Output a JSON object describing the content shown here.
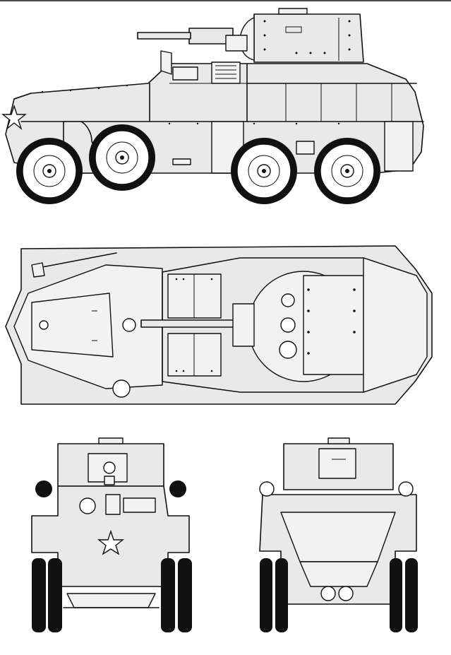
{
  "drawing": {
    "views": [
      {
        "id": "side",
        "name": "side-view"
      },
      {
        "id": "top",
        "name": "top-view"
      },
      {
        "id": "front",
        "name": "front-view"
      },
      {
        "id": "rear",
        "name": "rear-view"
      }
    ],
    "colors": {
      "line": "#111111",
      "fill": "#e9e9e9",
      "fill_light": "#f2f2f2",
      "background": "#ffffff",
      "tire": "#111111"
    },
    "icons": [
      "star-emblem-icon"
    ]
  }
}
